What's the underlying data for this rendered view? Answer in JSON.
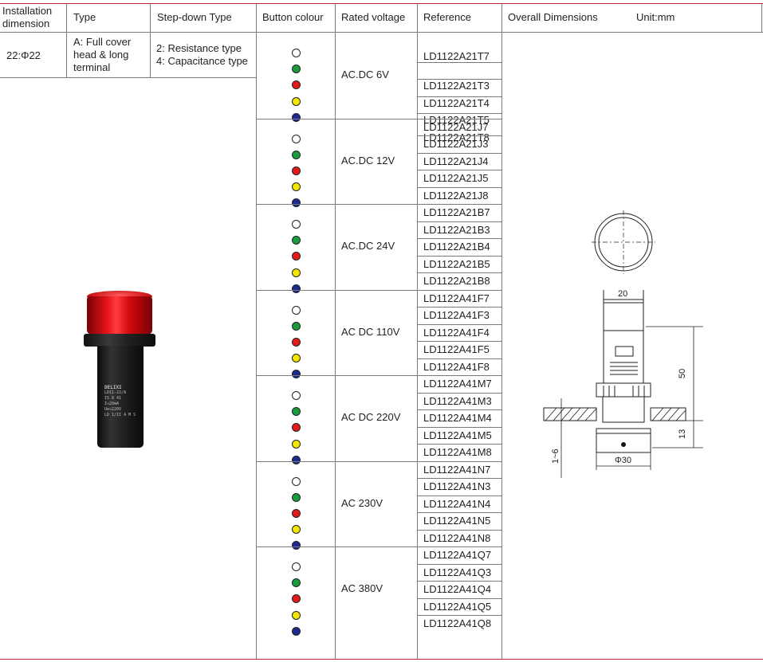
{
  "header": {
    "installation": "Installation dimension",
    "type": "Type",
    "stepdown": "Step-down Type",
    "colour": "Button colour",
    "voltage": "Rated voltage",
    "reference": "Reference",
    "dimensions": "Overall Dimensions",
    "unit": "Unit:mm"
  },
  "first_row": {
    "installation": "22:Φ22",
    "type_line1": "A: Full cover",
    "type_line2": "head & long",
    "type_line3": "terminal",
    "stepdown_line1": "2: Resistance type",
    "stepdown_line2": "4: Capacitance type"
  },
  "dot_colors": [
    "#ffffff",
    "#1a9b3c",
    "#e21a1a",
    "#f4e600",
    "#1b2a8c"
  ],
  "groups": [
    {
      "voltage": "AC.DC 6V",
      "refs": [
        "LD1122A21T7",
        "LD1122A21T3",
        "LD1122A21T4",
        "LD1122A21T5",
        "LD1122A21T8"
      ]
    },
    {
      "voltage": "AC.DC 12V",
      "refs": [
        "LD1122A21J7",
        "LD1122A21J3",
        "LD1122A21J4",
        "LD1122A21J5",
        "LD1122A21J8"
      ]
    },
    {
      "voltage": "AC.DC 24V",
      "refs": [
        "LD1122A21B7",
        "LD1122A21B3",
        "LD1122A21B4",
        "LD1122A21B5",
        "LD1122A21B8"
      ]
    },
    {
      "voltage": "AC DC 110V",
      "refs": [
        "LD1122A41F7",
        "LD1122A41F3",
        "LD1122A41F4",
        "LD1122A41F5",
        "LD1122A41F8"
      ]
    },
    {
      "voltage": "AC DC 220V",
      "refs": [
        "LD1122A41M7",
        "LD1122A41M3",
        "LD1122A41M4",
        "LD1122A41M5",
        "LD1122A41M8"
      ]
    },
    {
      "voltage": "AC 230V",
      "refs": [
        "LD1122A41N7",
        "LD1122A41N3",
        "LD1122A41N4",
        "LD1122A41N5",
        "LD1122A41N8"
      ]
    },
    {
      "voltage": "AC 380V",
      "refs": [
        "LD1122A41Q7",
        "LD1122A41Q3",
        "LD1122A41Q4",
        "LD1122A41Q5",
        "LD1122A41Q8"
      ]
    }
  ],
  "drawing": {
    "dim_20": "20",
    "dim_50": "50",
    "dim_13": "13",
    "dim_16": "1~6",
    "dim_30": "Φ30"
  },
  "product_label": {
    "brand": "DELIXI",
    "model": "LD11-22/A",
    "line3": "IS 8 41",
    "line4": "I≈20mA",
    "line5": "Ue≈220V",
    "line6": "LD 1/II A M S"
  }
}
